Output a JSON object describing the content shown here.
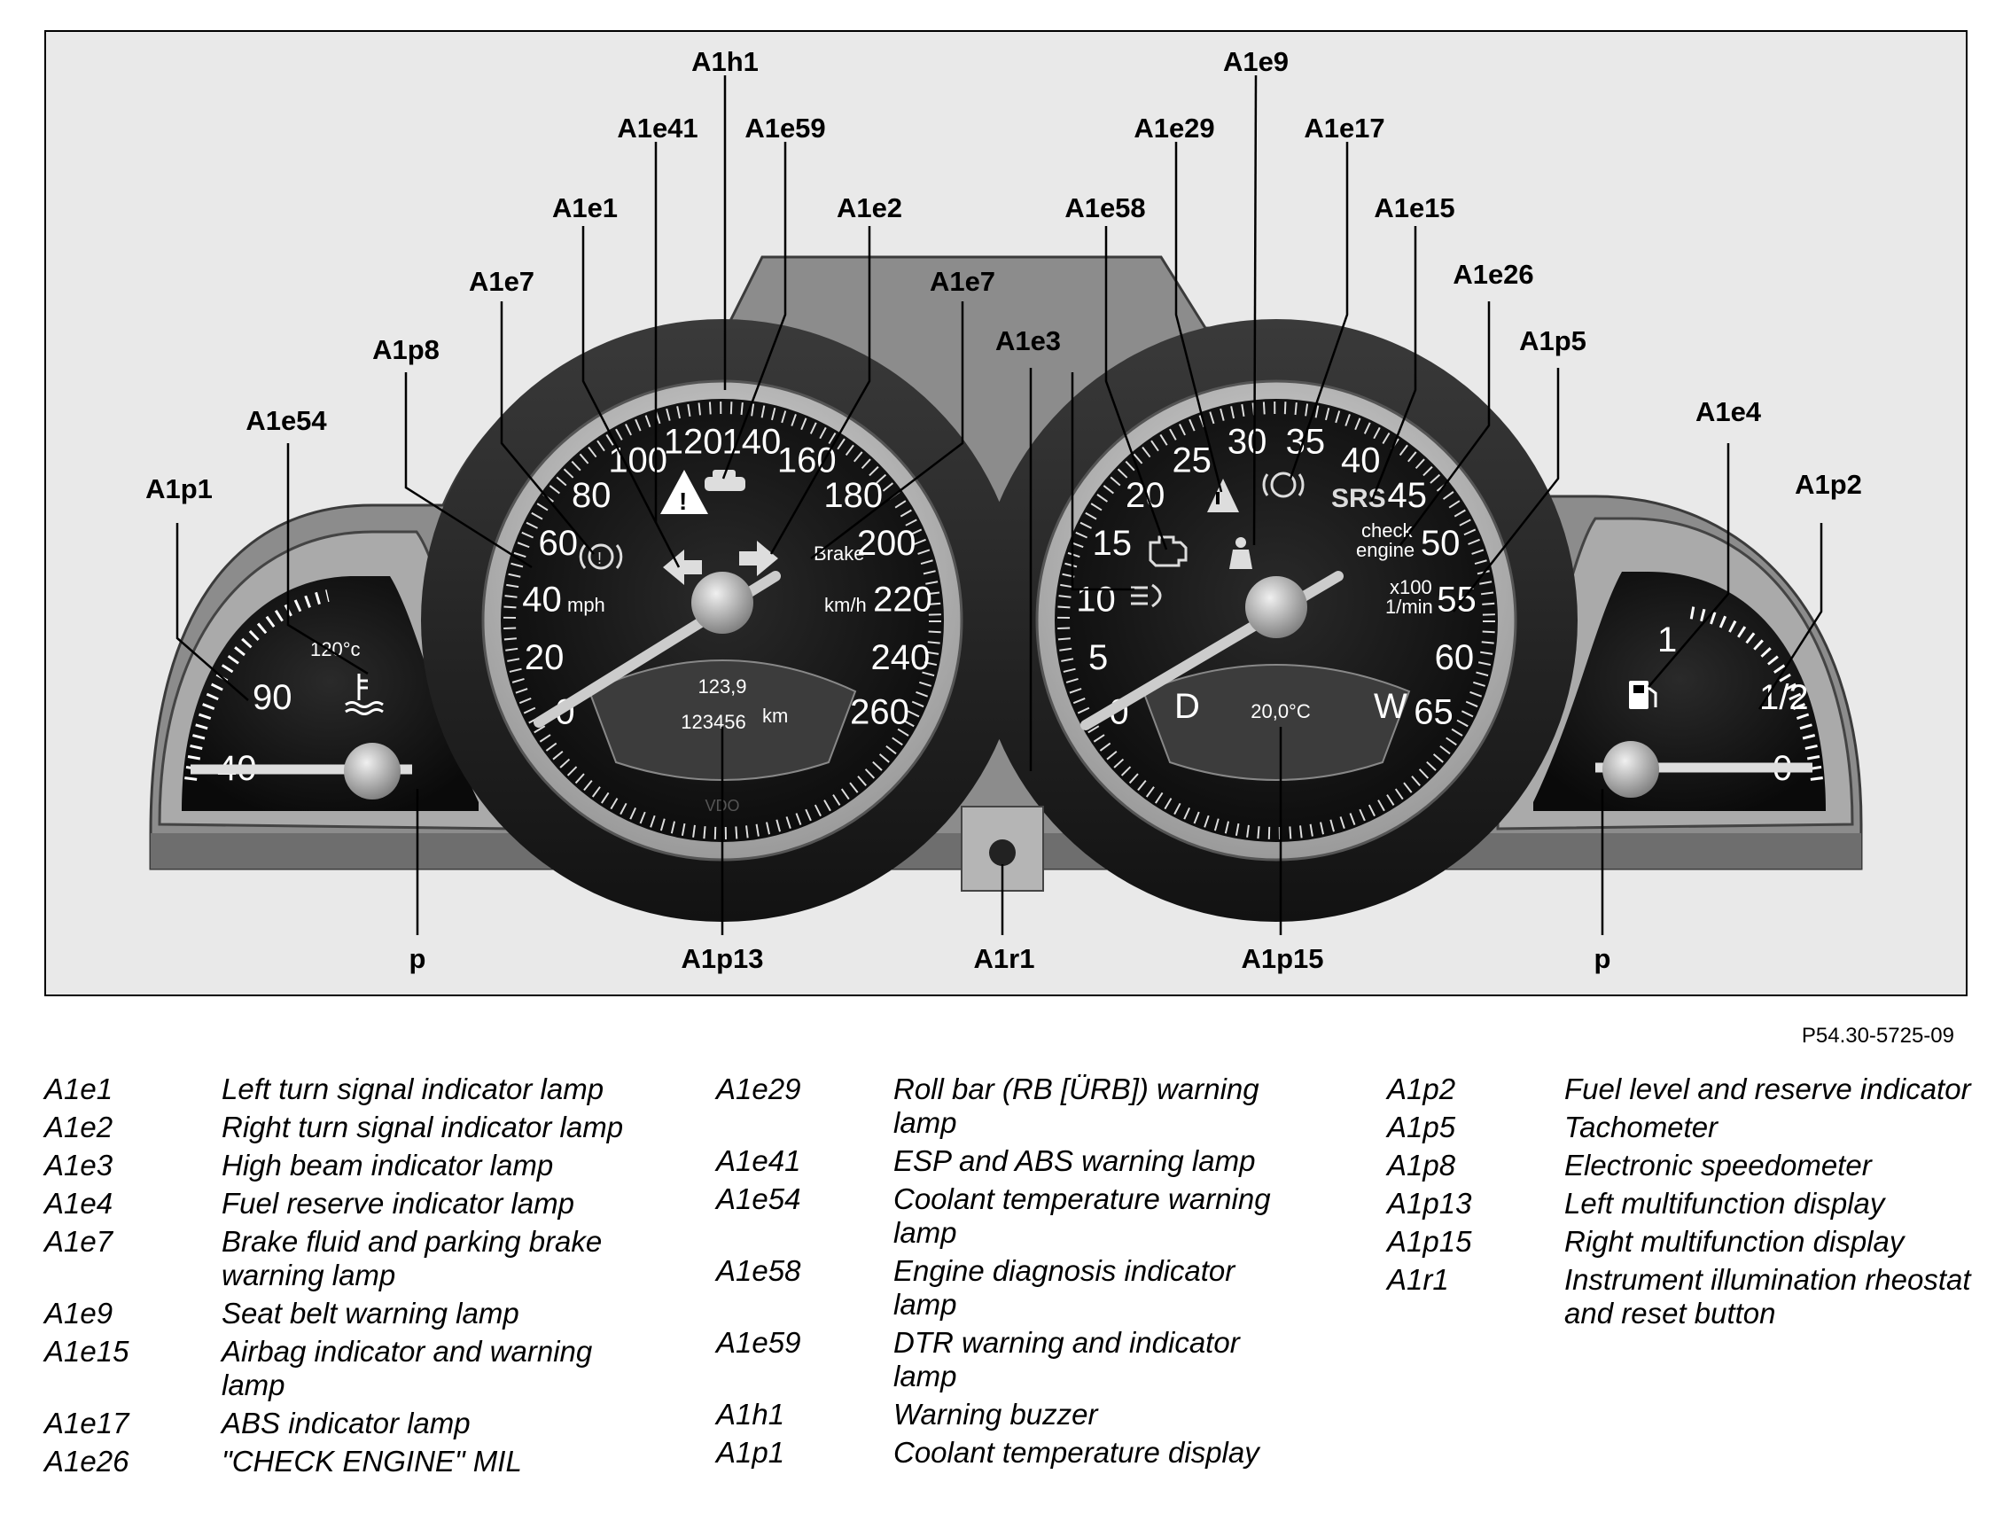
{
  "figure_id": "P54.30-5725-09",
  "callouts": {
    "A1h1": "A1h1",
    "A1e9": "A1e9",
    "A1e41": "A1e41",
    "A1e59": "A1e59",
    "A1e29": "A1e29",
    "A1e17": "A1e17",
    "A1e1": "A1e1",
    "A1e2": "A1e2",
    "A1e58": "A1e58",
    "A1e15": "A1e15",
    "A1e7": "A1e7",
    "A1e26": "A1e26",
    "A1p8": "A1p8",
    "A1e3": "A1e3",
    "A1p5": "A1p5",
    "A1e54": "A1e54",
    "A1e4": "A1e4",
    "A1p1": "A1p1",
    "A1p2": "A1p2",
    "p": "p",
    "A1p13": "A1p13",
    "A1r1": "A1r1",
    "A1p15": "A1p15"
  },
  "speedometer": {
    "mph_ticks": [
      "0",
      "20",
      "40",
      "60",
      "80",
      "100",
      "120",
      "140",
      "160",
      "180",
      "200",
      "220",
      "240",
      "260"
    ],
    "unit_mph": "mph",
    "unit_kmh": "km/h",
    "brake_label": "Brake",
    "trip": "123,9",
    "odometer": "123456",
    "odo_unit": "km",
    "brand": "VDO"
  },
  "tachometer": {
    "ticks": [
      "0",
      "5",
      "10",
      "15",
      "20",
      "25",
      "30",
      "35",
      "40",
      "45",
      "50",
      "55",
      "60",
      "65"
    ],
    "srs": "SRS",
    "check": "check",
    "engine": "engine",
    "x100": "x100",
    "rpm": "1/min",
    "temp": "20,0°C",
    "gear_d": "D",
    "gear_w": "W"
  },
  "coolant_gauge": {
    "ticks": [
      "40",
      "90",
      "120°c"
    ]
  },
  "fuel_gauge": {
    "ticks": [
      "0",
      "1/2",
      "1"
    ]
  },
  "legend": [
    [
      {
        "code": "A1e1",
        "desc": "Left turn signal indicator lamp"
      },
      {
        "code": "A1e2",
        "desc": "Right turn signal indicator lamp"
      },
      {
        "code": "A1e3",
        "desc": "High beam indicator lamp"
      },
      {
        "code": "A1e4",
        "desc": "Fuel reserve indicator lamp"
      },
      {
        "code": "A1e7",
        "desc": "Brake fluid and parking brake warning lamp"
      },
      {
        "code": "A1e9",
        "desc": "Seat belt warning lamp"
      },
      {
        "code": "A1e15",
        "desc": "Airbag indicator and warning lamp"
      },
      {
        "code": "A1e17",
        "desc": "ABS indicator lamp"
      },
      {
        "code": "A1e26",
        "desc": "\"CHECK ENGINE\" MIL"
      }
    ],
    [
      {
        "code": "A1e29",
        "desc": "Roll bar (RB [ÜRB]) warning lamp"
      },
      {
        "code": "A1e41",
        "desc": "ESP and ABS warning lamp"
      },
      {
        "code": "A1e54",
        "desc": "Coolant temperature warning lamp"
      },
      {
        "code": "A1e58",
        "desc": "Engine diagnosis indicator lamp"
      },
      {
        "code": "A1e59",
        "desc": "DTR warning and indicator lamp"
      },
      {
        "code": "A1h1",
        "desc": "Warning buzzer"
      },
      {
        "code": "A1p1",
        "desc": "Coolant temperature display"
      }
    ],
    [
      {
        "code": "A1p2",
        "desc": "Fuel level and reserve indicator"
      },
      {
        "code": "A1p5",
        "desc": "Tachometer"
      },
      {
        "code": "A1p8",
        "desc": "Electronic speedometer"
      },
      {
        "code": "A1p13",
        "desc": "Left multifunction display"
      },
      {
        "code": "A1p15",
        "desc": "Right multifunction display"
      },
      {
        "code": "A1r1",
        "desc": "Instrument illumination rheostat and reset button"
      }
    ]
  ]
}
